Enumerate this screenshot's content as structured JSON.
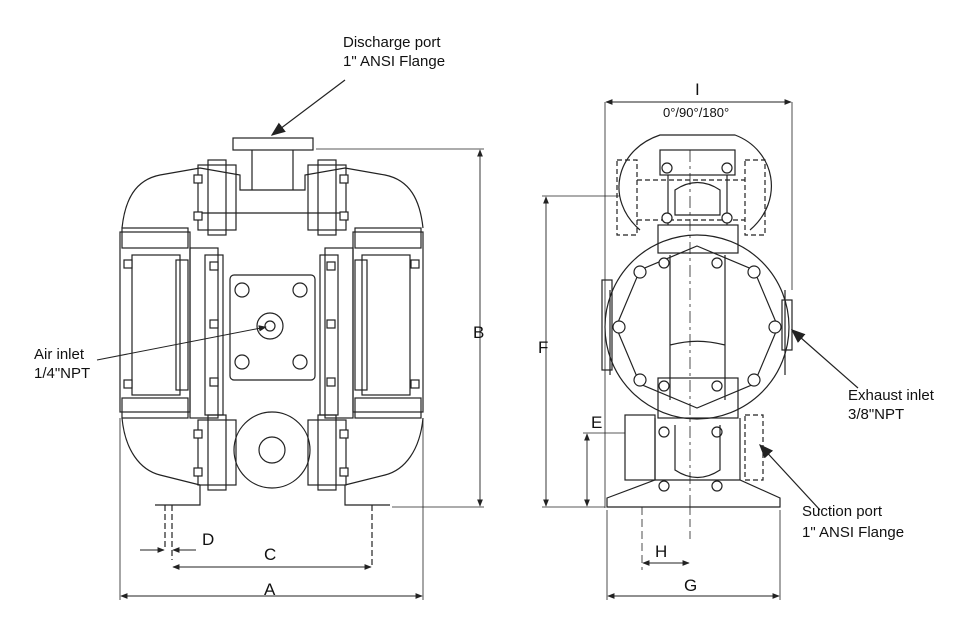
{
  "callouts": {
    "discharge_port": [
      "Discharge port",
      "1\" ANSI Flange"
    ],
    "air_inlet": [
      "Air inlet",
      "1/4\"NPT"
    ],
    "exhaust_inlet": [
      "Exhaust inlet",
      "3/8\"NPT"
    ],
    "suction_port": [
      "Suction port",
      "1\" ANSI Flange"
    ]
  },
  "dimensions": {
    "A": "A",
    "B": "B",
    "C": "C",
    "D": "D",
    "E": "E",
    "F": "F",
    "G": "G",
    "H": "H",
    "I": "I",
    "rotation": "0°/90°/180°"
  }
}
